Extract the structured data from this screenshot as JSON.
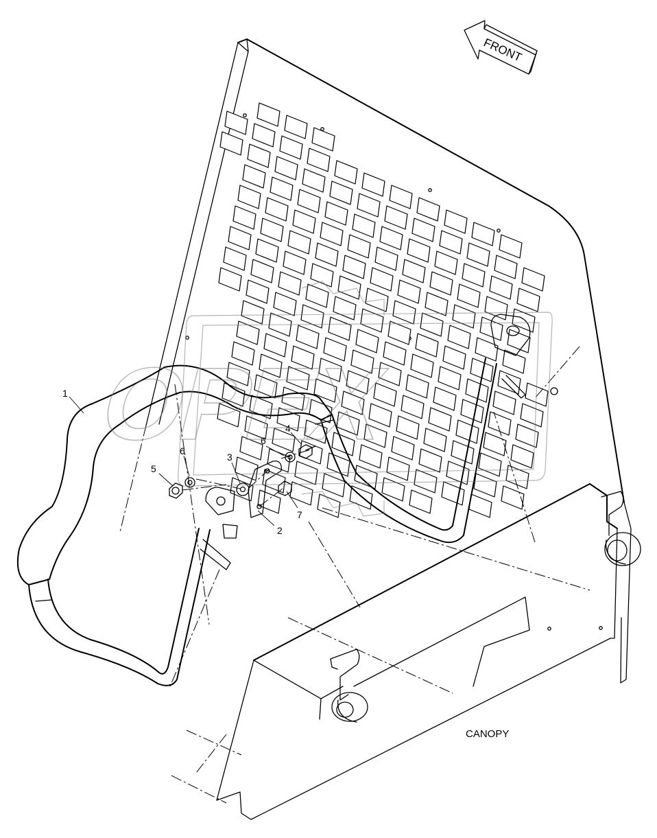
{
  "callouts": [
    "1",
    "2",
    "3",
    "4",
    "5",
    "6",
    "6",
    "7"
  ],
  "direction_label": "FRONT",
  "assembly_label": "CANOPY",
  "watermark_text": "OPEX"
}
